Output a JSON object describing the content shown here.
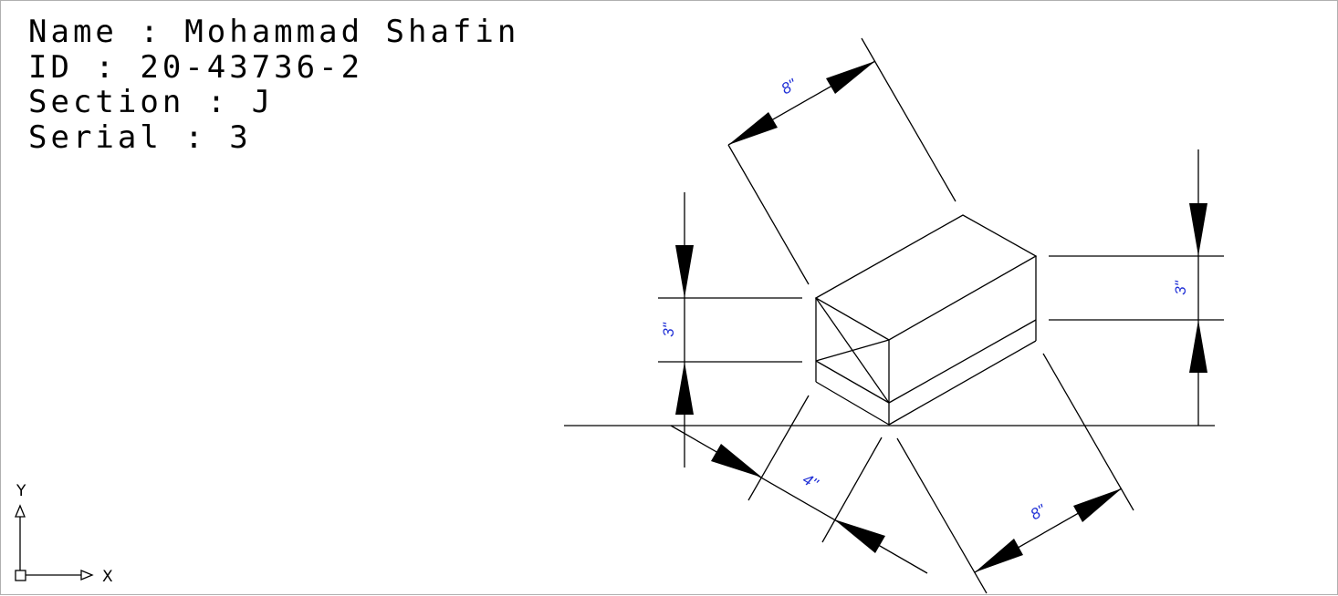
{
  "title_block": {
    "name_line": "Name : Mohammad Shafin",
    "id_line": "ID : 20-43736-2",
    "section_line": "Section : J",
    "serial_line": "Serial : 3"
  },
  "dimensions": {
    "length_top": "8\"",
    "length_bottom": "8\"",
    "width": "4\"",
    "height_left": "3\"",
    "height_right": "3\""
  },
  "ucs_icon": {
    "x_label": "X",
    "y_label": "Y"
  },
  "colors": {
    "line": "#000000",
    "dimension_text": "#1f2fd6",
    "background": "#ffffff"
  }
}
